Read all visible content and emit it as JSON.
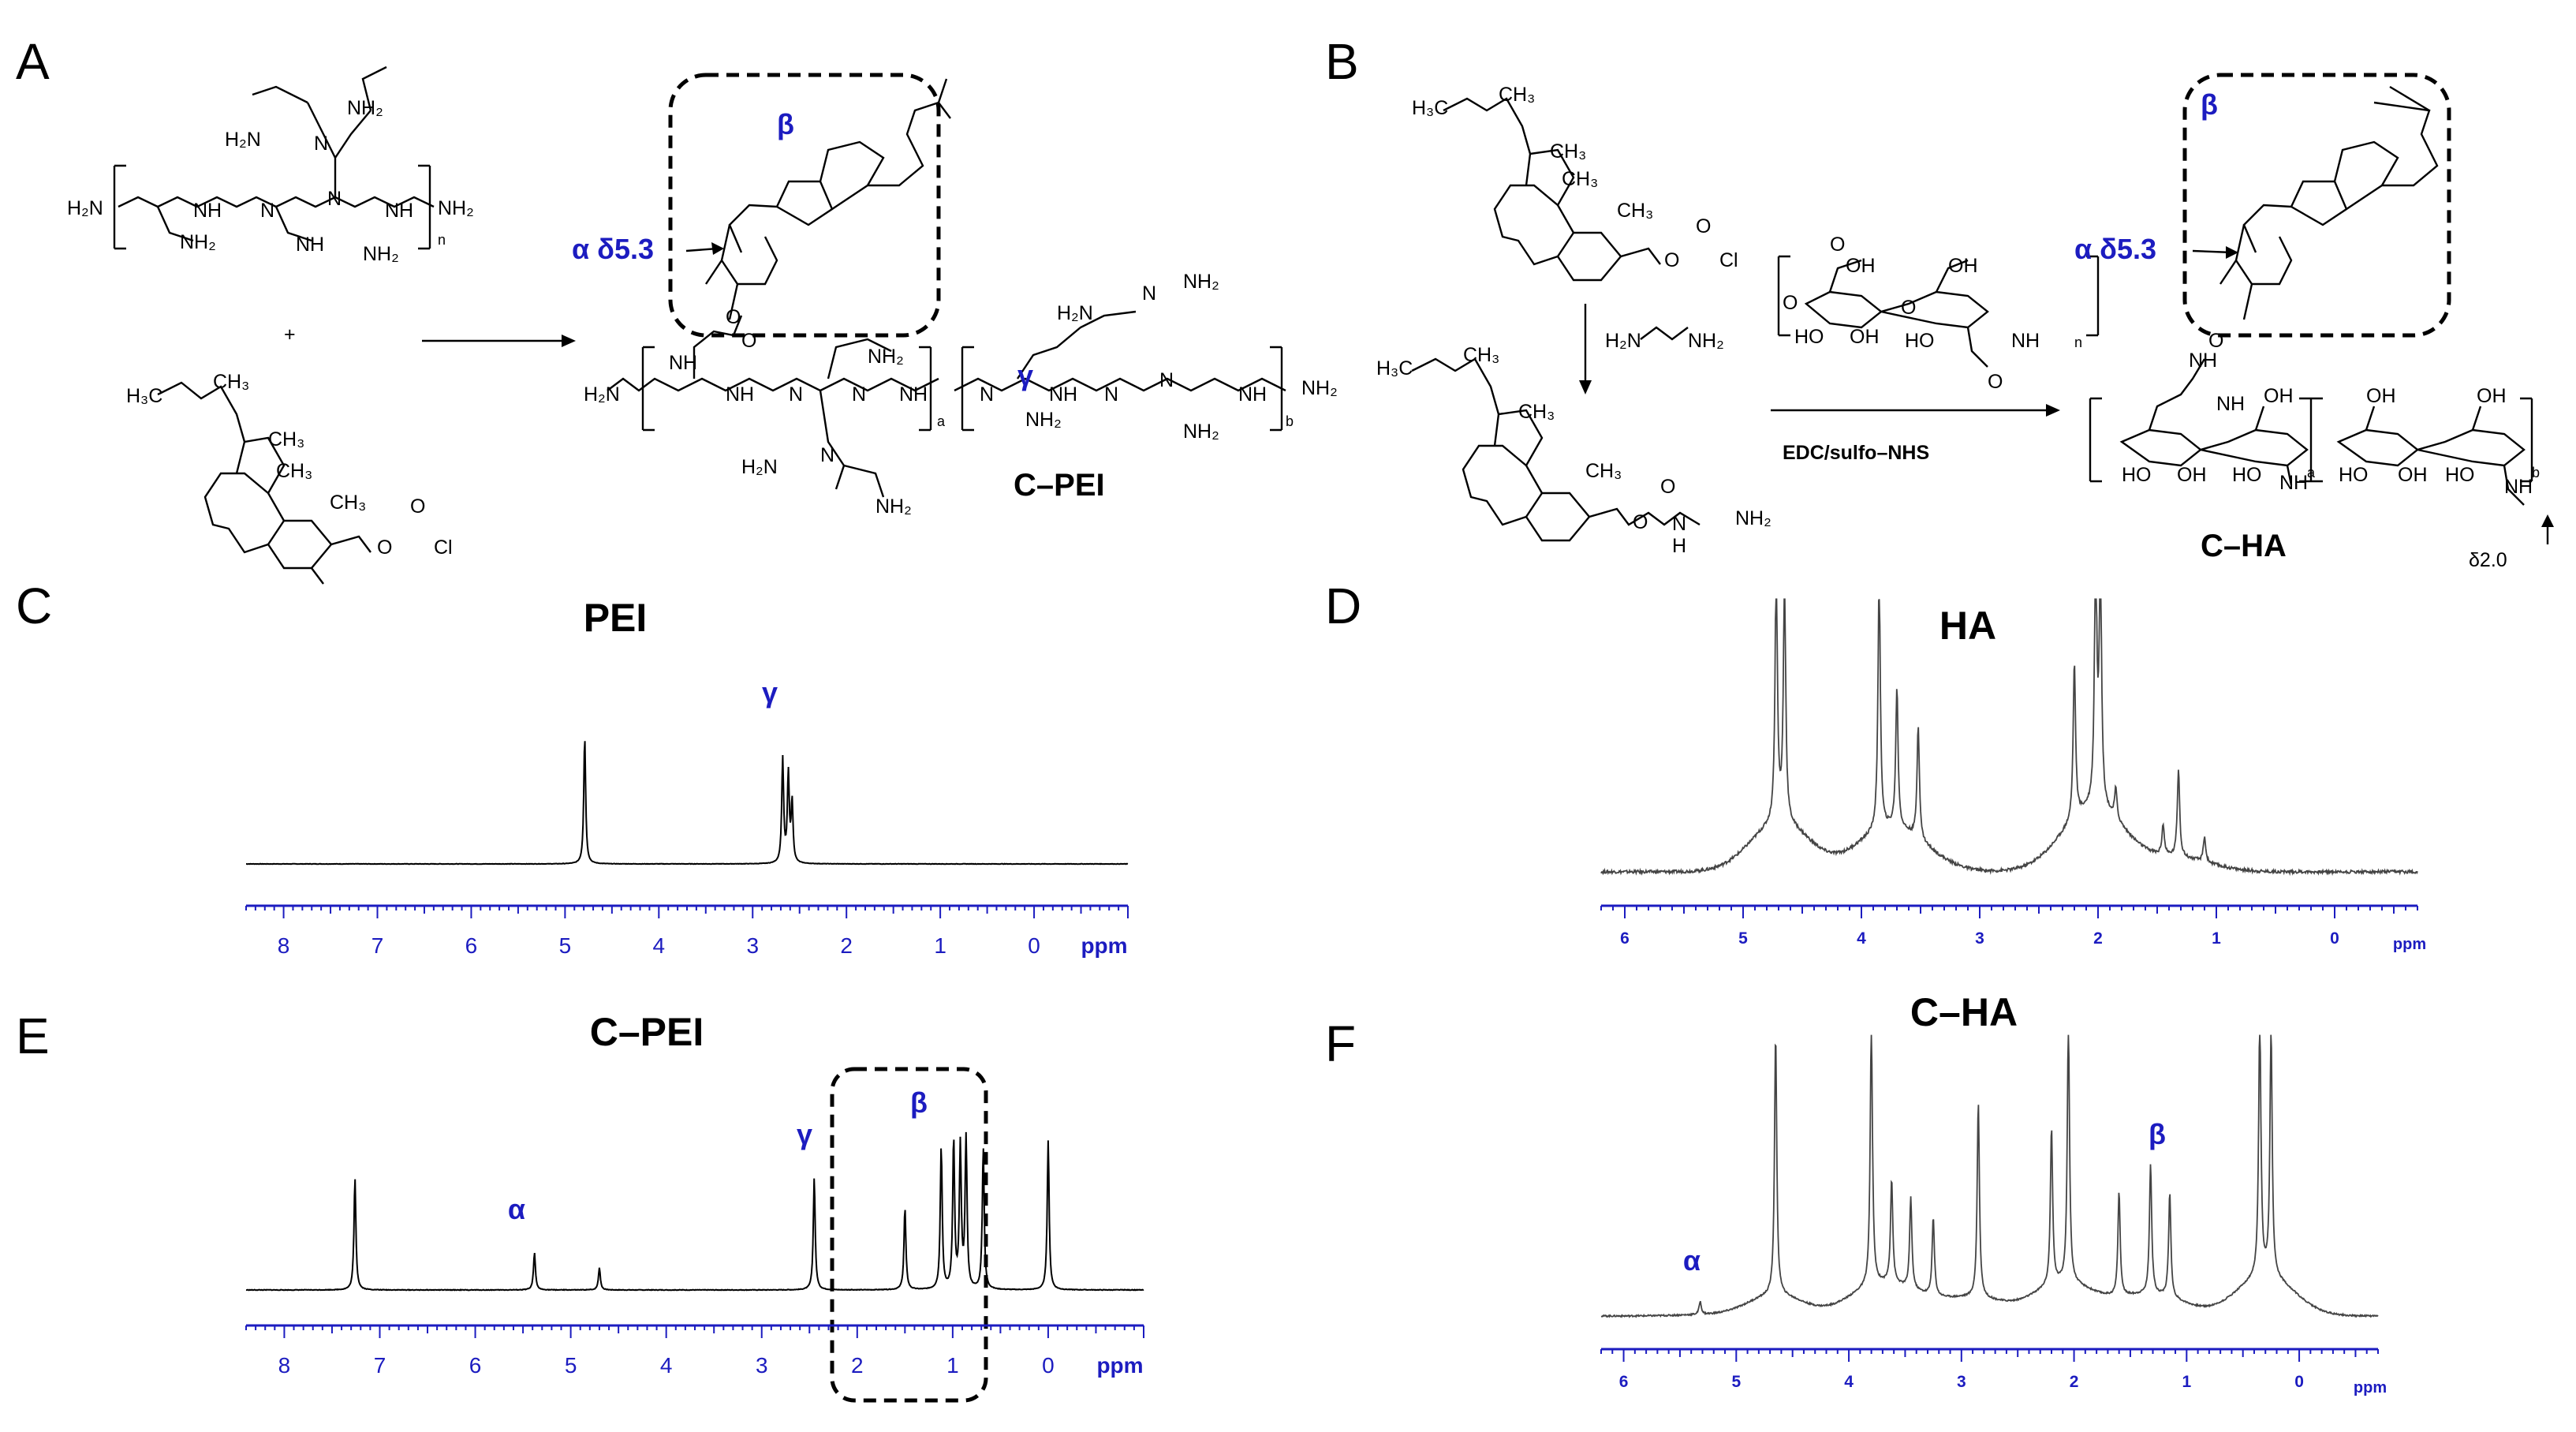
{
  "panels": {
    "A": {
      "letter": "A",
      "product_label": "C–PEI",
      "alpha_shift": "α δ5.3",
      "beta": "β",
      "gamma": "γ",
      "plus": "+",
      "chem_labels": [
        "H₂N",
        "NH₂",
        "NH",
        "N",
        "n",
        "a",
        "b",
        "H₃C",
        "CH₃",
        "O",
        "Cl"
      ]
    },
    "B": {
      "letter": "B",
      "reagent": "EDC/sulfo–NHS",
      "product_label": "C–HA",
      "alpha_shift": "α δ5.3",
      "beta": "β",
      "delta_note": "δ2.0",
      "chem_labels": [
        "H₃C",
        "CH₃",
        "O",
        "Cl",
        "H₂N",
        "NH₂",
        "N",
        "H",
        "OH",
        "HO",
        "NH",
        "n",
        "a",
        "b"
      ]
    },
    "C": {
      "letter": "C",
      "title": "PEI",
      "peak_labels": [
        "γ"
      ]
    },
    "D": {
      "letter": "D",
      "title": "HA"
    },
    "E": {
      "letter": "E",
      "title": "C–PEI",
      "peak_labels": [
        "α",
        "γ",
        "β"
      ]
    },
    "F": {
      "letter": "F",
      "title": "C–HA",
      "peak_labels": [
        "α",
        "β"
      ]
    }
  },
  "chart_data": [
    {
      "type": "line",
      "title": "PEI",
      "xlabel": "ppm",
      "xlim": [
        8.4,
        -1.0
      ],
      "x_ticks": [
        8,
        7,
        6,
        5,
        4,
        3,
        2,
        1,
        0
      ],
      "peaks": [
        {
          "ppm": 4.79,
          "intensity": 0.95
        },
        {
          "ppm": 2.68,
          "intensity": 0.78
        },
        {
          "ppm": 2.62,
          "intensity": 0.66
        },
        {
          "ppm": 2.58,
          "intensity": 0.45
        }
      ],
      "annotations": [
        {
          "text": "γ",
          "ppm": 2.65
        }
      ]
    },
    {
      "type": "line",
      "title": "HA",
      "xlabel": "ppm",
      "xlim": [
        6.2,
        -0.7
      ],
      "x_ticks": [
        6,
        5,
        4,
        3,
        2,
        1,
        0
      ],
      "peaks": [
        {
          "ppm": 4.72,
          "intensity": 1.0
        },
        {
          "ppm": 4.65,
          "intensity": 0.95
        },
        {
          "ppm": 3.85,
          "intensity": 1.0
        },
        {
          "ppm": 3.7,
          "intensity": 0.55
        },
        {
          "ppm": 3.52,
          "intensity": 0.45
        },
        {
          "ppm": 2.2,
          "intensity": 0.62
        },
        {
          "ppm": 2.02,
          "intensity": 1.0
        },
        {
          "ppm": 1.98,
          "intensity": 0.95
        },
        {
          "ppm": 1.85,
          "intensity": 0.12
        },
        {
          "ppm": 1.45,
          "intensity": 0.12
        },
        {
          "ppm": 1.32,
          "intensity": 0.35
        },
        {
          "ppm": 1.1,
          "intensity": 0.1
        }
      ]
    },
    {
      "type": "line",
      "title": "C–PEI",
      "xlabel": "ppm",
      "xlim": [
        8.4,
        -1.0
      ],
      "x_ticks": [
        8,
        7,
        6,
        5,
        4,
        3,
        2,
        1,
        0
      ],
      "peaks": [
        {
          "ppm": 7.26,
          "intensity": 0.75
        },
        {
          "ppm": 5.38,
          "intensity": 0.25
        },
        {
          "ppm": 4.7,
          "intensity": 0.15
        },
        {
          "ppm": 2.45,
          "intensity": 0.75
        },
        {
          "ppm": 1.5,
          "intensity": 0.55
        },
        {
          "ppm": 1.12,
          "intensity": 0.95
        },
        {
          "ppm": 0.99,
          "intensity": 1.0
        },
        {
          "ppm": 0.92,
          "intensity": 0.95
        },
        {
          "ppm": 0.86,
          "intensity": 1.0
        },
        {
          "ppm": 0.68,
          "intensity": 0.95
        },
        {
          "ppm": 0.0,
          "intensity": 1.0
        }
      ],
      "annotations": [
        {
          "text": "α",
          "ppm": 5.38
        },
        {
          "text": "γ",
          "ppm": 2.45
        },
        {
          "text": "β",
          "ppm": 1.35
        }
      ]
    },
    {
      "type": "line",
      "title": "C–HA",
      "xlabel": "ppm",
      "xlim": [
        6.2,
        -0.7
      ],
      "x_ticks": [
        6,
        5,
        4,
        3,
        2,
        1,
        0
      ],
      "peaks": [
        {
          "ppm": 5.32,
          "intensity": 0.05
        },
        {
          "ppm": 4.65,
          "intensity": 1.0
        },
        {
          "ppm": 3.8,
          "intensity": 1.0
        },
        {
          "ppm": 3.62,
          "intensity": 0.4
        },
        {
          "ppm": 3.45,
          "intensity": 0.35
        },
        {
          "ppm": 3.25,
          "intensity": 0.3
        },
        {
          "ppm": 2.85,
          "intensity": 0.75
        },
        {
          "ppm": 2.2,
          "intensity": 0.6
        },
        {
          "ppm": 2.05,
          "intensity": 1.0
        },
        {
          "ppm": 1.6,
          "intensity": 0.4
        },
        {
          "ppm": 1.32,
          "intensity": 0.5
        },
        {
          "ppm": 1.15,
          "intensity": 0.4
        },
        {
          "ppm": 0.35,
          "intensity": 1.0
        },
        {
          "ppm": 0.25,
          "intensity": 0.95
        }
      ],
      "annotations": [
        {
          "text": "α",
          "ppm": 5.35
        },
        {
          "text": "β",
          "ppm": 1.3
        }
      ]
    }
  ]
}
